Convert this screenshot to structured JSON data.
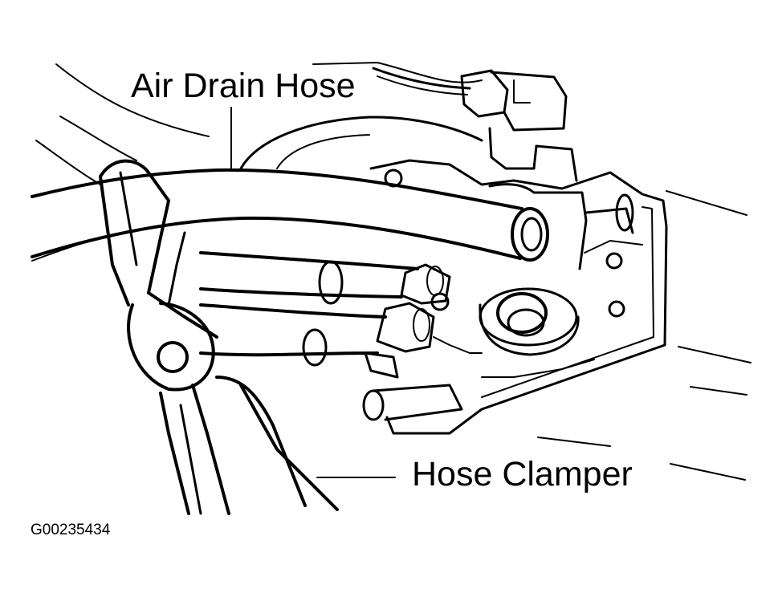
{
  "diagram": {
    "callouts": {
      "air_drain_hose": "Air Drain Hose",
      "hose_clamper": "Hose Clamper"
    },
    "figure_code": "G00235434"
  }
}
